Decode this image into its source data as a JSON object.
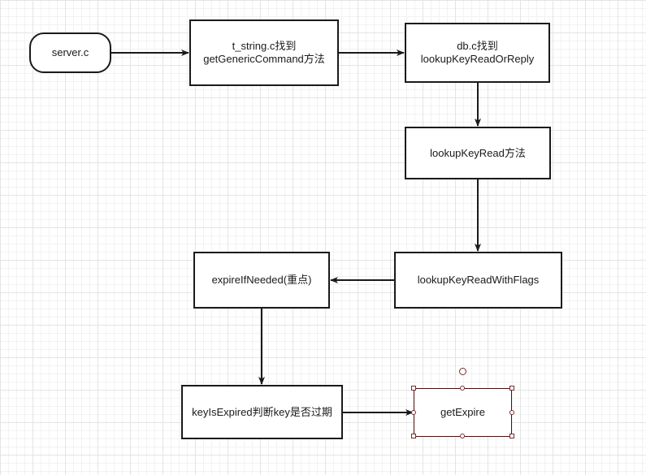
{
  "diagram": {
    "nodes": [
      {
        "id": "n1",
        "label": "server.c"
      },
      {
        "id": "n2",
        "label_lines": [
          "t_string.c找到",
          "getGenericCommand方法"
        ]
      },
      {
        "id": "n3",
        "label_lines": [
          "db.c找到",
          "lookupKeyReadOrReply"
        ]
      },
      {
        "id": "n4",
        "label": "lookupKeyRead方法"
      },
      {
        "id": "n5",
        "label": "lookupKeyReadWithFlags"
      },
      {
        "id": "n6",
        "label": "expireIfNeeded(重点)"
      },
      {
        "id": "n7",
        "label": "keyIsExpired判断key是否过期"
      },
      {
        "id": "n8",
        "label": "getExpire"
      }
    ],
    "edges": [
      {
        "from": "n1",
        "to": "n2"
      },
      {
        "from": "n2",
        "to": "n3"
      },
      {
        "from": "n3",
        "to": "n4"
      },
      {
        "from": "n4",
        "to": "n5"
      },
      {
        "from": "n5",
        "to": "n6"
      },
      {
        "from": "n6",
        "to": "n7"
      },
      {
        "from": "n7",
        "to": "n8"
      }
    ],
    "selected_node": "n8"
  }
}
